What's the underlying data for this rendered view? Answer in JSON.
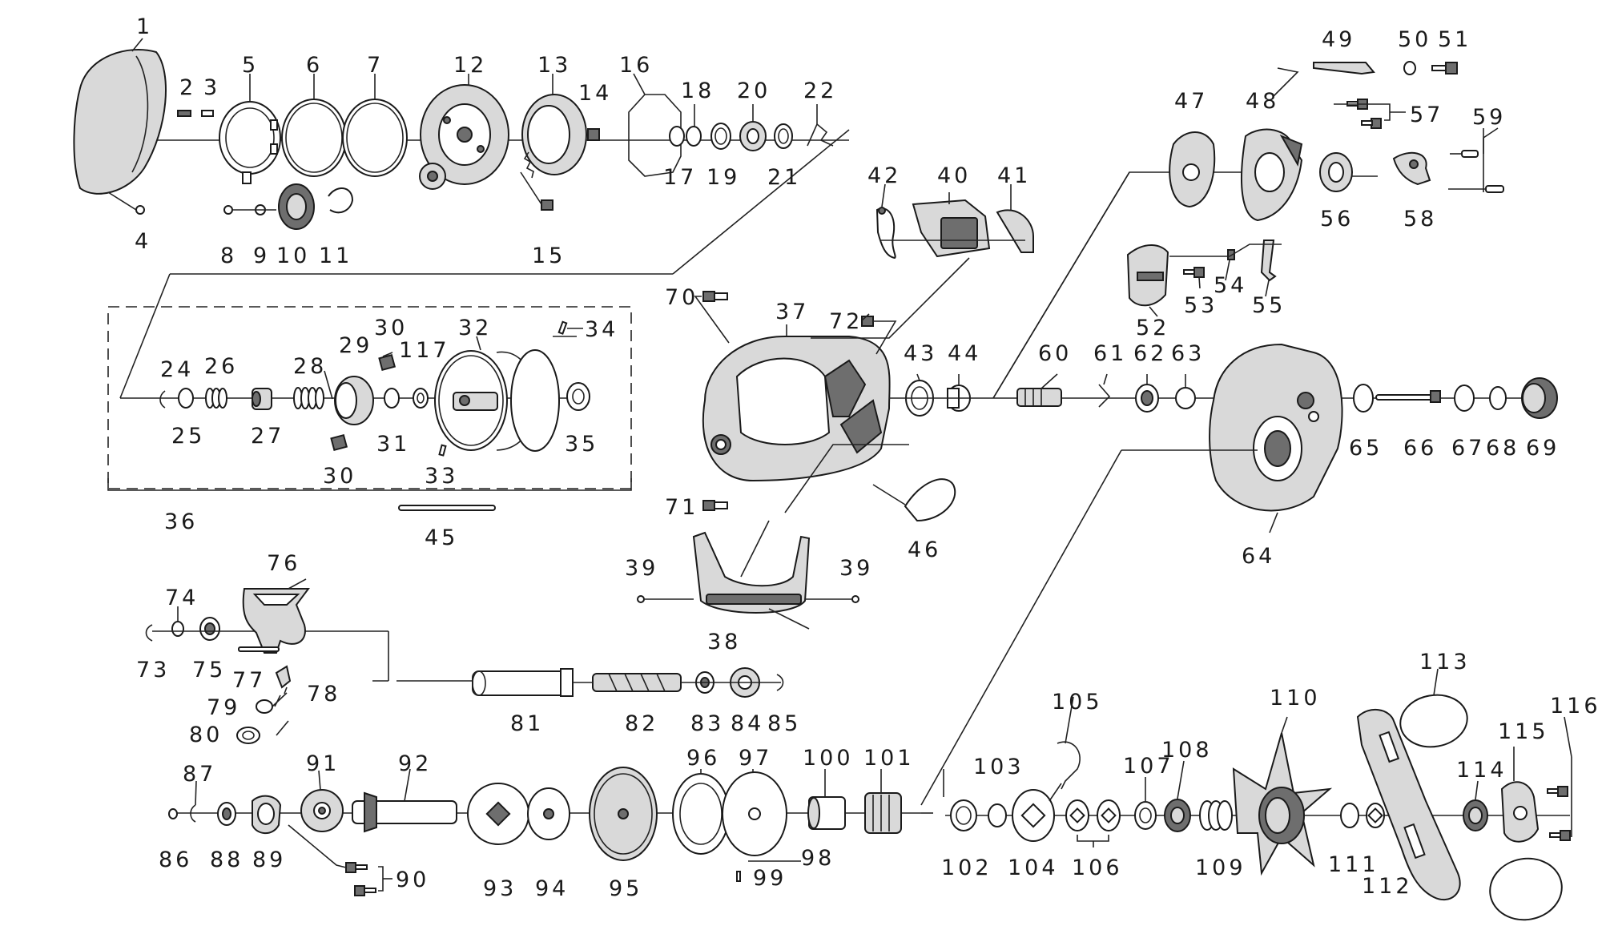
{
  "labels": {
    "p1": "1",
    "p2": "2",
    "p3": "3",
    "p4": "4",
    "p5": "5",
    "p6": "6",
    "p7": "7",
    "p8": "8",
    "p9": "9",
    "p10": "10",
    "p11": "11",
    "p12": "12",
    "p13": "13",
    "p14": "14",
    "p15": "15",
    "p16": "16",
    "p17": "17",
    "p18": "18",
    "p19": "19",
    "p20": "20",
    "p21": "21",
    "p22": "22",
    "p24": "24",
    "p25": "25",
    "p26": "26",
    "p27": "27",
    "p28": "28",
    "p29": "29",
    "p30": "30",
    "p31": "31",
    "p32": "32",
    "p33": "33",
    "p34": "34",
    "p35": "35",
    "p36": "36",
    "p37": "37",
    "p38": "38",
    "p39": "39",
    "p40": "40",
    "p41": "41",
    "p42": "42",
    "p43": "43",
    "p44": "44",
    "p45": "45",
    "p46": "46",
    "p47": "47",
    "p48": "48",
    "p49": "49",
    "p50": "50",
    "p51": "51",
    "p52": "52",
    "p53": "53",
    "p54": "54",
    "p55": "55",
    "p56": "56",
    "p57": "57",
    "p58": "58",
    "p59": "59",
    "p60": "60",
    "p61": "61",
    "p62": "62",
    "p63": "63",
    "p64": "64",
    "p65": "65",
    "p66": "66",
    "p67": "67",
    "p68": "68",
    "p69": "69",
    "p70": "70",
    "p71": "71",
    "p72": "72",
    "p73": "73",
    "p74": "74",
    "p75": "75",
    "p76": "76",
    "p77": "77",
    "p78": "78",
    "p79": "79",
    "p80": "80",
    "p81": "81",
    "p82": "82",
    "p83": "83",
    "p84": "84",
    "p85": "85",
    "p86": "86",
    "p87": "87",
    "p88": "88",
    "p89": "89",
    "p90": "90",
    "p91": "91",
    "p92": "92",
    "p93": "93",
    "p94": "94",
    "p95": "95",
    "p96": "96",
    "p97": "97",
    "p98": "98",
    "p99": "99",
    "p100": "100",
    "p101": "101",
    "p102": "102",
    "p103": "103",
    "p104": "104",
    "p105": "105",
    "p106": "106",
    "p107": "107",
    "p108": "108",
    "p109": "109",
    "p110": "110",
    "p111": "111",
    "p112": "112",
    "p113": "113",
    "p114": "114",
    "p115": "115",
    "p116": "116",
    "p117": "117"
  }
}
